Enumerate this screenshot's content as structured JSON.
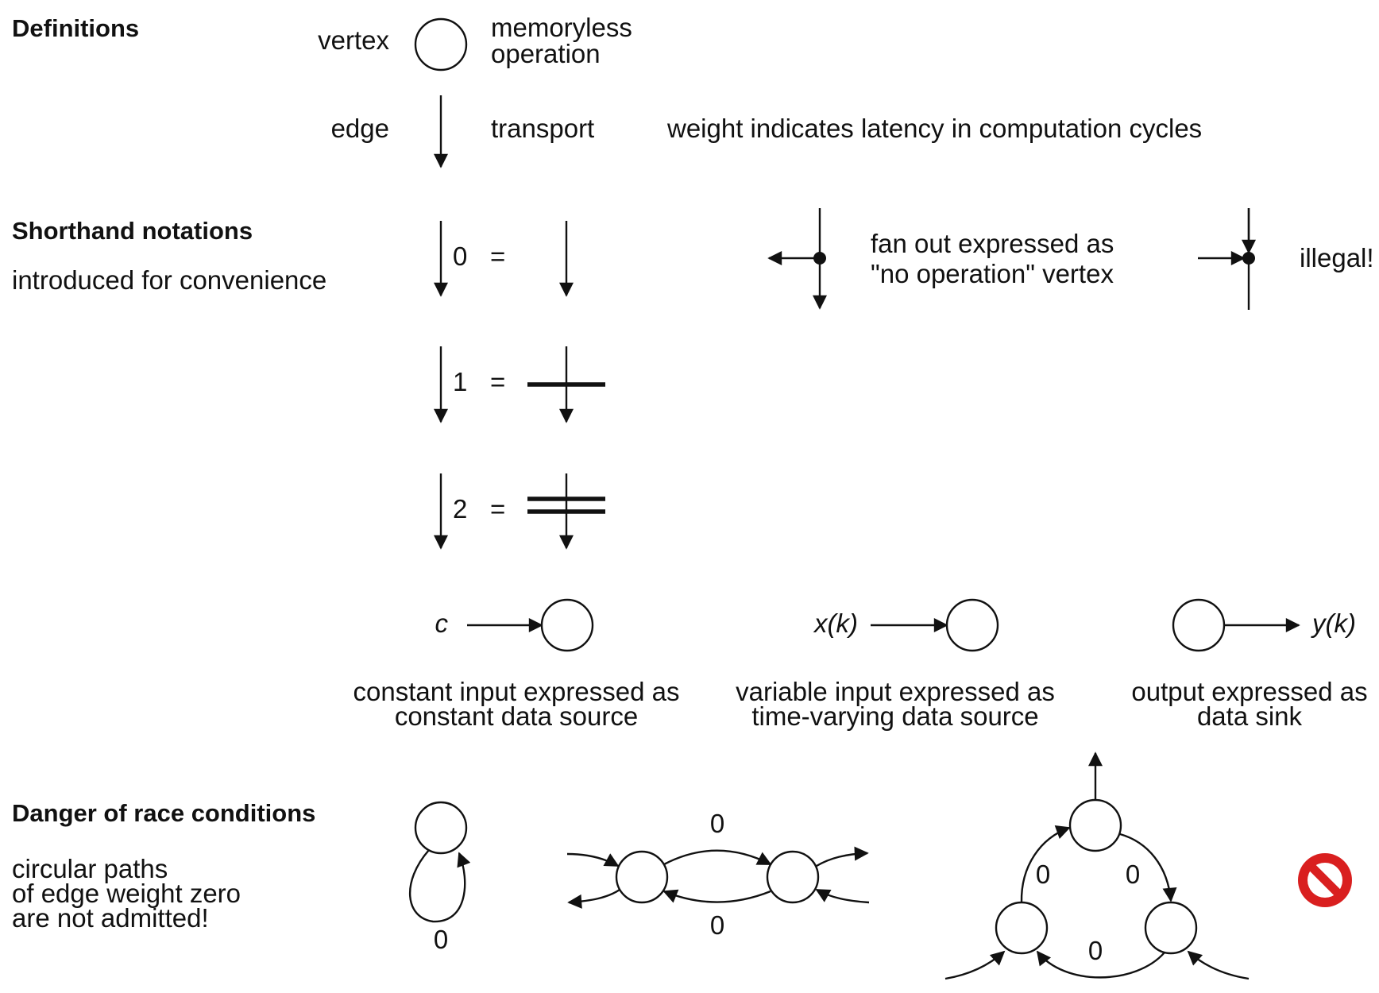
{
  "definitions": {
    "heading": "Definitions",
    "vertex_label": "vertex",
    "vertex_desc": [
      "memoryless",
      "operation"
    ],
    "edge_label": "edge",
    "edge_desc": "transport",
    "edge_note": "weight indicates latency in computation cycles"
  },
  "shorthand": {
    "heading": "Shorthand notations",
    "subheading": "introduced for convenience",
    "equals": "=",
    "weights": [
      "0",
      "1",
      "2"
    ],
    "fanout_desc": [
      "fan out expressed as",
      "\"no operation\" vertex"
    ],
    "illegal": "illegal!",
    "source_const_symbol": "c",
    "source_const_desc": [
      "constant input expressed as",
      "constant data source"
    ],
    "source_var_symbol": "x(k)",
    "source_var_desc": [
      "variable input expressed as",
      "time-varying data source"
    ],
    "sink_symbol": "y(k)",
    "sink_desc": [
      "output expressed as",
      "data sink"
    ]
  },
  "race": {
    "heading": "Danger of race conditions",
    "desc": [
      "circular paths",
      "of edge weight zero",
      "are not admitted!"
    ],
    "weight_zero": "0",
    "prohibited_icon": "prohibited-icon"
  }
}
